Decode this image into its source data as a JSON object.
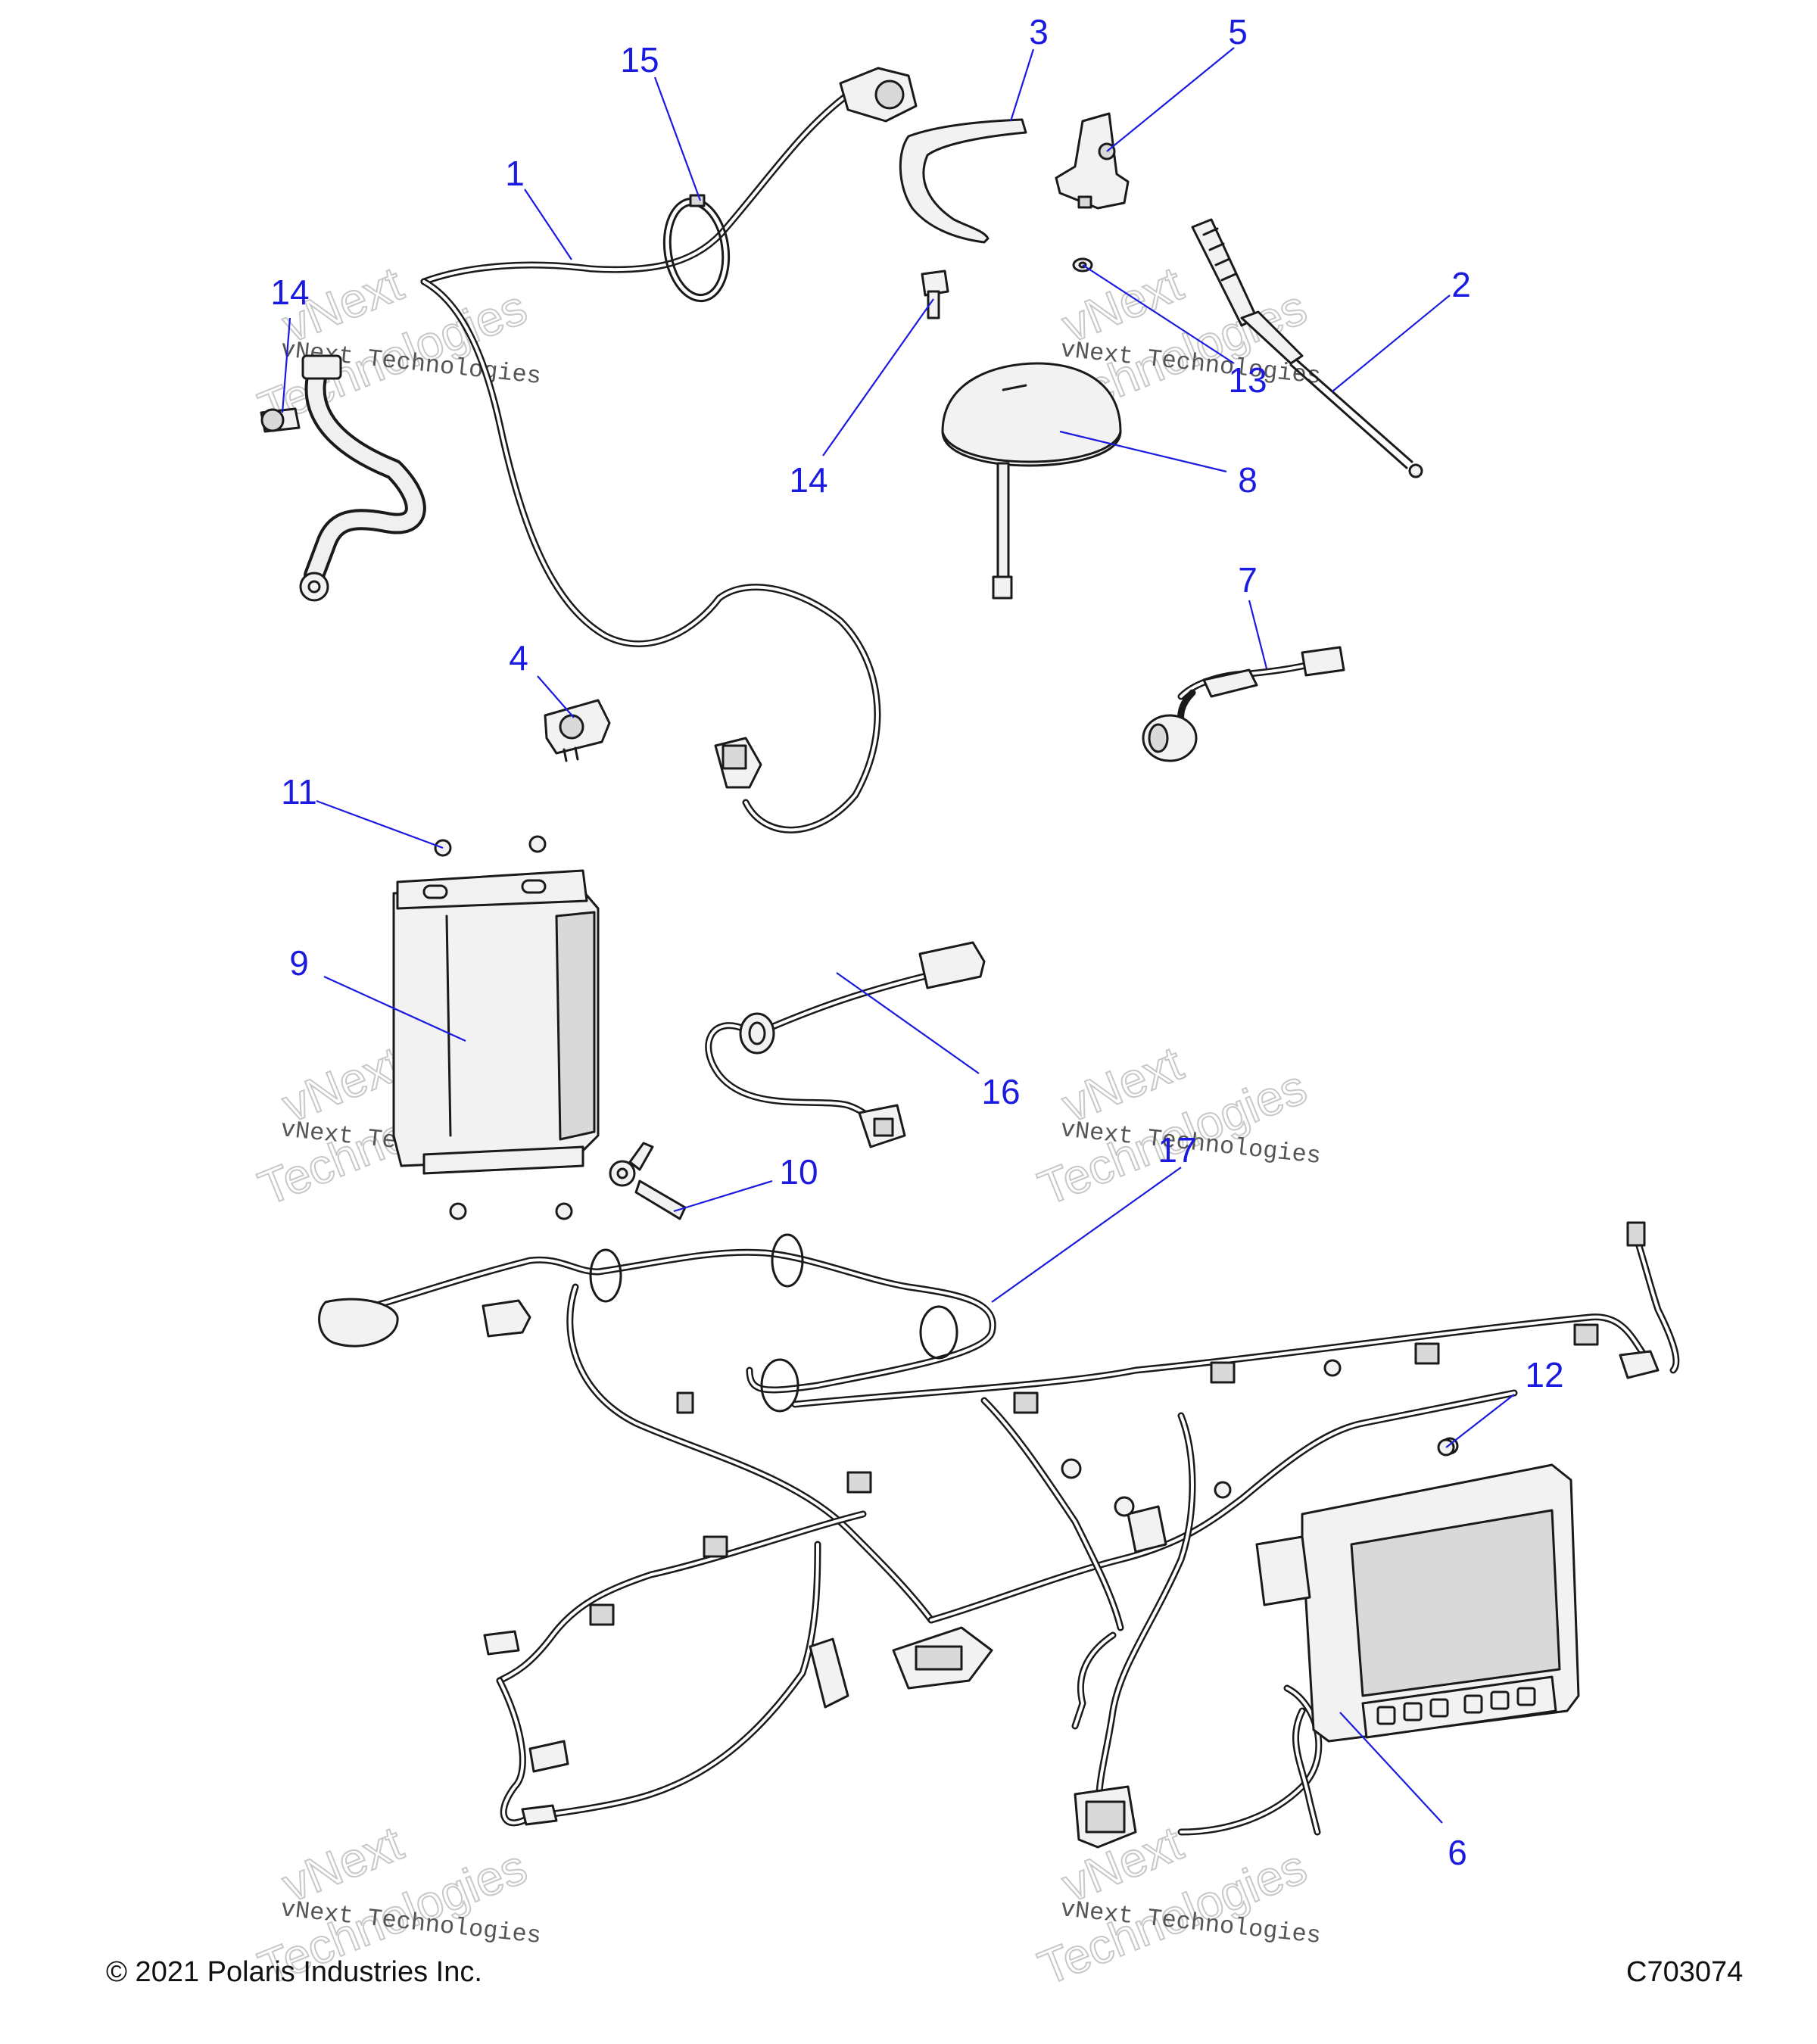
{
  "callouts": [
    {
      "id": "c1",
      "label": "1"
    },
    {
      "id": "c2",
      "label": "2"
    },
    {
      "id": "c3",
      "label": "3"
    },
    {
      "id": "c4",
      "label": "4"
    },
    {
      "id": "c5",
      "label": "5"
    },
    {
      "id": "c6",
      "label": "6"
    },
    {
      "id": "c7",
      "label": "7"
    },
    {
      "id": "c8",
      "label": "8"
    },
    {
      "id": "c9",
      "label": "9"
    },
    {
      "id": "c10",
      "label": "10"
    },
    {
      "id": "c11",
      "label": "11"
    },
    {
      "id": "c12",
      "label": "12"
    },
    {
      "id": "c13",
      "label": "13"
    },
    {
      "id": "c14a",
      "label": "14"
    },
    {
      "id": "c14b",
      "label": "14"
    },
    {
      "id": "c15",
      "label": "15"
    },
    {
      "id": "c16",
      "label": "16"
    },
    {
      "id": "c17",
      "label": "17"
    }
  ],
  "watermark": {
    "line1": "vNext Technologies",
    "line2a": "vNext",
    "line2b": "Technologies"
  },
  "footer": {
    "copyright": "© 2021 Polaris Industries Inc.",
    "diagram_id": "C703074"
  },
  "colors": {
    "callout": "#1a1ae0",
    "line": "#1a1a1a"
  }
}
